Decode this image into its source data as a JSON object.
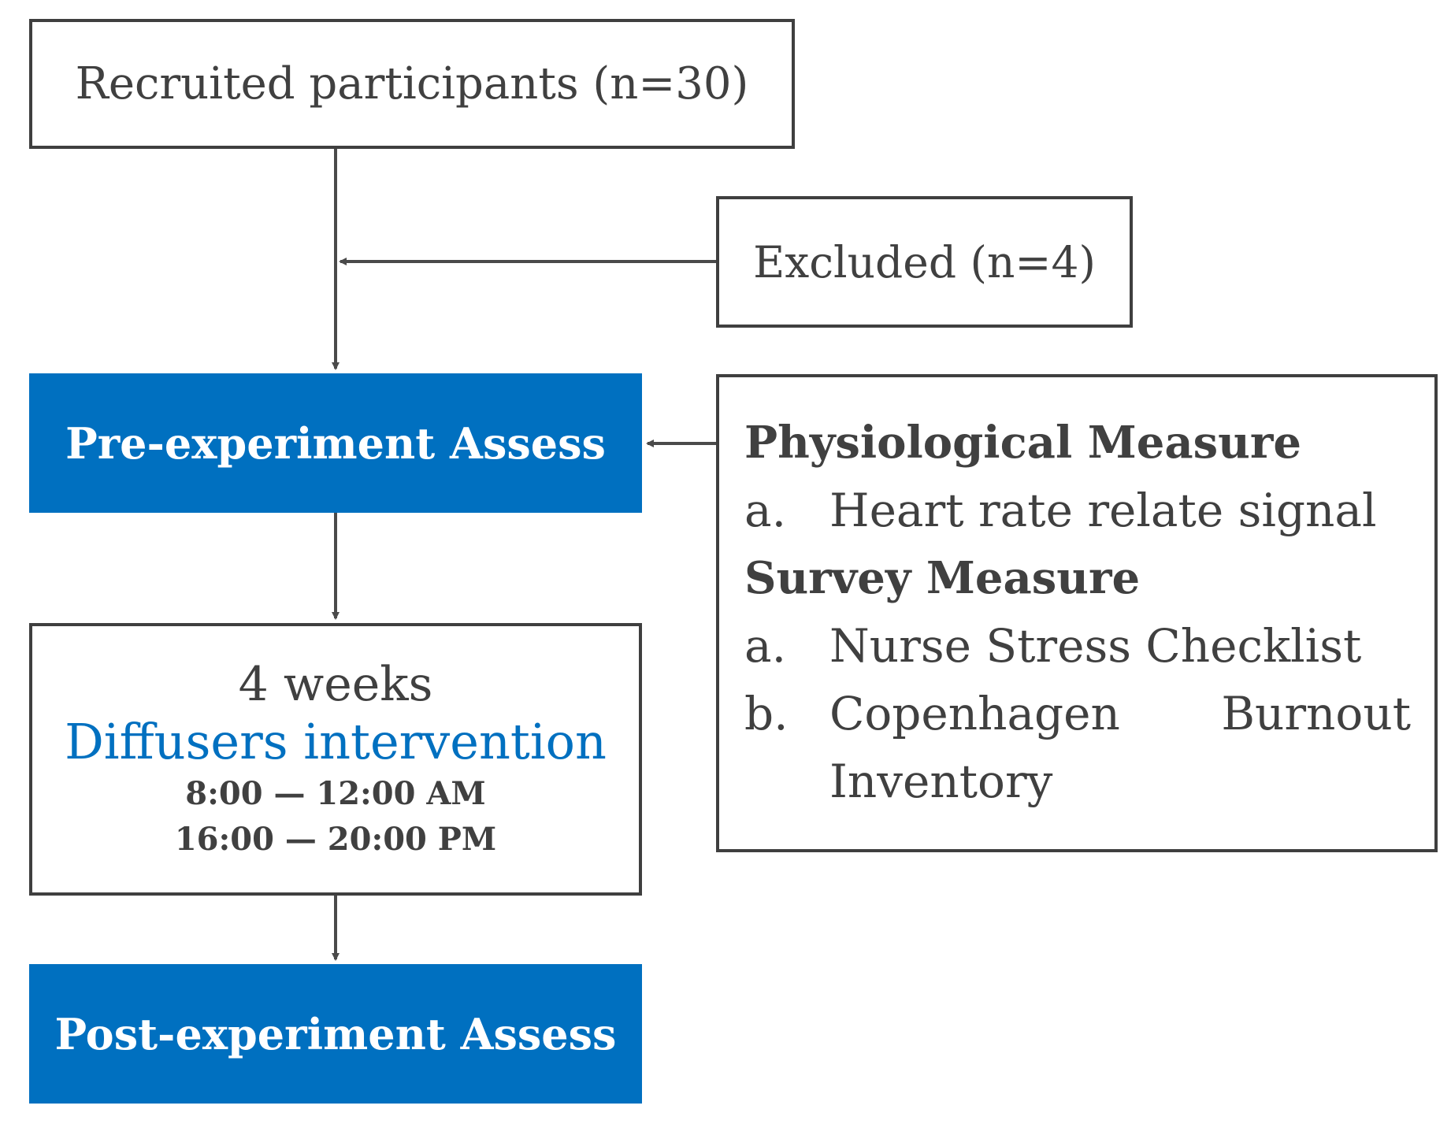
{
  "diagram": {
    "recruited": "Recruited participants (n=30)",
    "excluded": "Excluded (n=4)",
    "pre_assess": "Pre-experiment Assess",
    "intervention": {
      "duration": "4 weeks",
      "title": "Diffusers intervention",
      "time_am": "8:00 — 12:00 AM",
      "time_pm": "16:00 — 20:00 PM"
    },
    "post_assess": "Post-experiment Assess",
    "measures": {
      "physiological_heading": "Physiological Measure",
      "physiological_items": [
        {
          "marker": "a.",
          "text": "Heart rate relate signal"
        }
      ],
      "survey_heading": "Survey Measure",
      "survey_items": [
        {
          "marker": "a.",
          "text": "Nurse Stress Checklist"
        },
        {
          "marker": "b.",
          "text": "Copenhagen Burnout"
        },
        {
          "marker": "",
          "text": "Inventory"
        }
      ]
    },
    "colors": {
      "accent": "#0070c0",
      "border": "#3f3f3f",
      "text": "#404040"
    }
  }
}
